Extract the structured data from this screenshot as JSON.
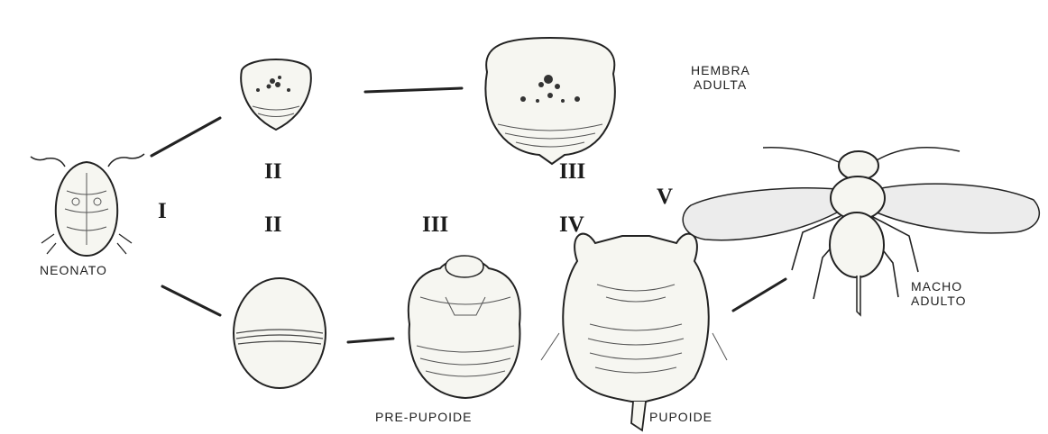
{
  "labels": {
    "neonato": "NEONATO",
    "hembra_adulta_1": "HEMBRA",
    "hembra_adulta_2": "ADULTA",
    "macho_adulto_1": "MACHO",
    "macho_adulto_2": "ADULTO",
    "pre_pupoide": "PRE-PUPOIDE",
    "pupoide": "PUPOIDE"
  },
  "stages": {
    "i": "I",
    "ii_female": "II",
    "iii_female": "III",
    "ii_male": "II",
    "iii_male": "III",
    "iv": "IV",
    "v": "V"
  },
  "colors": {
    "background": "#ffffff",
    "ink": "#222222",
    "body_fill": "#f6f6f1",
    "wing_fill": "#ececec"
  }
}
